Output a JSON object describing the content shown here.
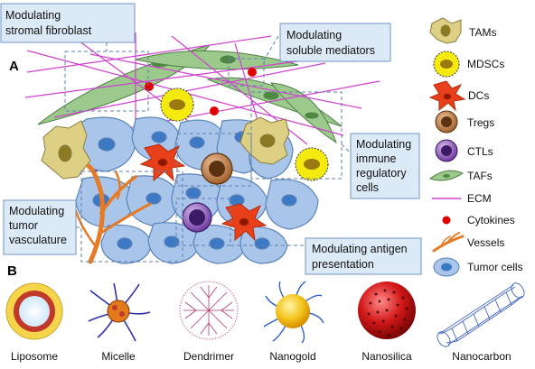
{
  "panel_a_label": "A",
  "panel_b_label": "B",
  "callouts": {
    "stromal": [
      "Modulating",
      "stromal fibroblast"
    ],
    "soluble": [
      "Modulating",
      "soluble mediators"
    ],
    "immune": [
      "Modulating",
      "immune",
      "regulatory",
      "cells"
    ],
    "vasculature": [
      "Modulating",
      "tumor",
      "vasculature"
    ],
    "antigen": [
      "Modulating antigen",
      "presentation"
    ]
  },
  "legend": [
    {
      "label": "TAMs",
      "icon": "tam-icon"
    },
    {
      "label": "MDSCs",
      "icon": "mdsc-icon"
    },
    {
      "label": "DCs",
      "icon": "dc-icon"
    },
    {
      "label": "Tregs",
      "icon": "treg-icon"
    },
    {
      "label": "CTLs",
      "icon": "ctl-icon"
    },
    {
      "label": "TAFs",
      "icon": "taf-icon"
    },
    {
      "label": "ECM",
      "icon": "ecm-icon"
    },
    {
      "label": "Cytokines",
      "icon": "cytokine-icon"
    },
    {
      "label": "Vessels",
      "icon": "vessel-icon"
    },
    {
      "label": "Tumor cells",
      "icon": "tumor-cell-icon"
    }
  ],
  "nanoparticles": [
    "Liposome",
    "Micelle",
    "Dendrimer",
    "Nanogold",
    "Nanosilica",
    "Nanocarbon"
  ],
  "colors": {
    "callout_fill": "#dce9f6",
    "callout_border": "#6f95c6",
    "tumor_cell": "#a9c6ea",
    "tumor_nucleus": "#3d78c4",
    "fibroblast": "#9cc98c",
    "ecm": "#d040d0",
    "cytokine": "#e00000",
    "mdsc": "#f5ea10",
    "dc": "#e8401a",
    "treg": "#b36a35",
    "ctl": "#7a3fa8",
    "tam": "#ddd085",
    "vessel": "#e77a25"
  }
}
